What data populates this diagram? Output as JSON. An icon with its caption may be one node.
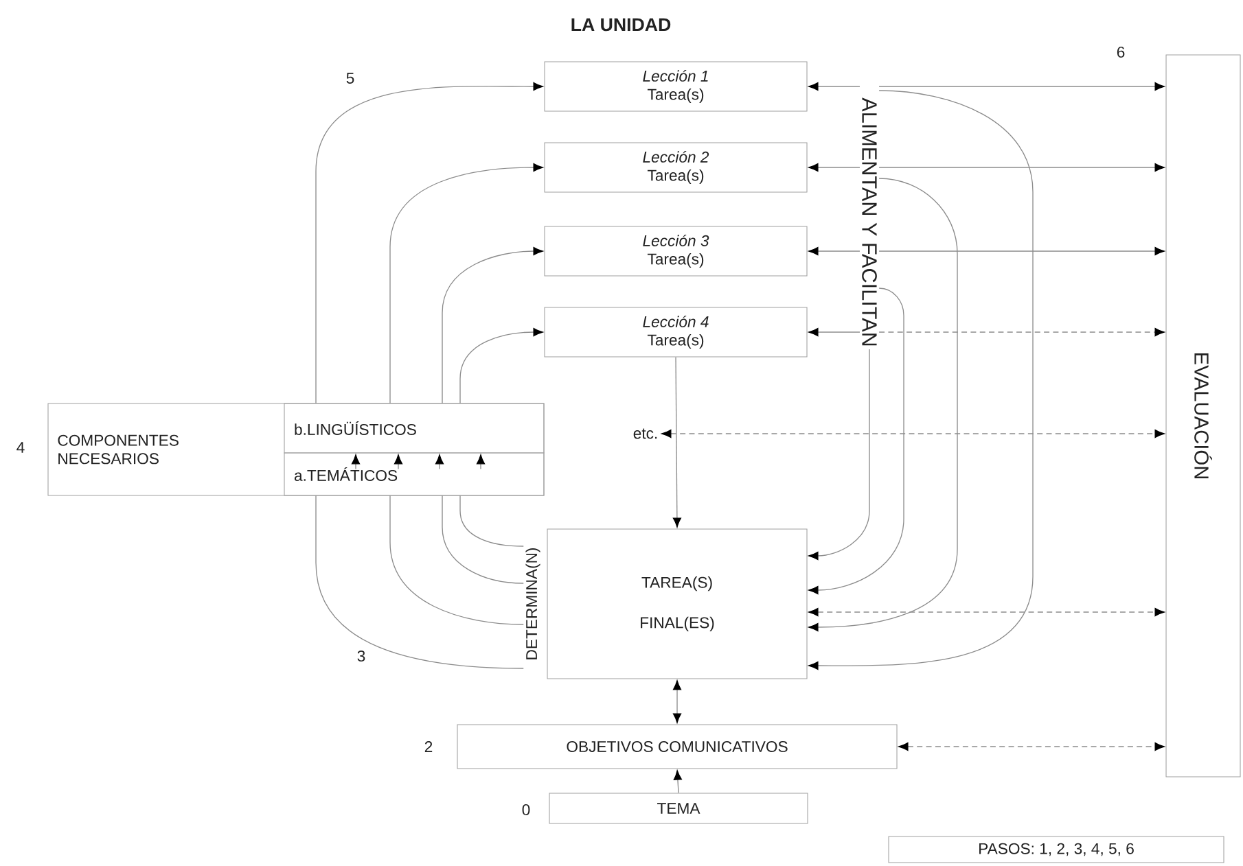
{
  "diagram": {
    "title": "LA UNIDAD",
    "nodes": [
      {
        "text": [
          "Lección 1",
          "Tarea(s)"
        ]
      },
      {
        "text": [
          "Lección 2",
          "Tarea(s)"
        ]
      },
      {
        "text": [
          "Lección 3",
          "Tarea(s)"
        ]
      },
      {
        "text": [
          "Lección 4",
          "Tarea(s)"
        ]
      },
      {
        "text": [
          "COMPONENTES NECESARIOS"
        ]
      },
      {
        "text": [
          "b.LINGÜÍSTICOS"
        ],
        "in": 4
      },
      {
        "text": [
          "a.TEMÁTICOS"
        ],
        "in": 4
      },
      {
        "text": [
          "TAREA(S)",
          "FINAL(ES)"
        ]
      },
      {
        "text": [
          "OBJETIVOS COMUNICATIVOS"
        ]
      },
      {
        "text": [
          "TEMA"
        ]
      },
      {
        "text": [
          "EVALUACIÓN"
        ]
      },
      {
        "text": [
          "ALIMENTAN Y FACILITAN"
        ]
      },
      {
        "text": [
          "DETERMINA(N)"
        ]
      },
      {
        "text": [
          "etc."
        ]
      },
      {
        "text": [
          "PASOS: 1, 2, 3, 4, 5, 6"
        ]
      }
    ],
    "edges": [
      {
        "from": 5,
        "to": 0,
        "arrow": "to"
      },
      {
        "from": 5,
        "to": 1,
        "arrow": "to"
      },
      {
        "from": 5,
        "to": 2,
        "arrow": "to"
      },
      {
        "from": 5,
        "to": 3,
        "arrow": "to"
      },
      {
        "from": 6,
        "to": 12,
        "arrow": "none"
      },
      {
        "from": 6,
        "to": 12,
        "arrow": "none"
      },
      {
        "from": 6,
        "to": 12,
        "arrow": "none"
      },
      {
        "from": 6,
        "to": 12,
        "arrow": "none"
      },
      {
        "from": 6,
        "to": 5,
        "arrow": "to"
      },
      {
        "from": 6,
        "to": 5,
        "arrow": "to"
      },
      {
        "from": 6,
        "to": 5,
        "arrow": "to"
      },
      {
        "from": 6,
        "to": 5,
        "arrow": "to"
      },
      {
        "from": 11,
        "to": 0,
        "arrow": "to"
      },
      {
        "from": 11,
        "to": 1,
        "arrow": "to"
      },
      {
        "from": 11,
        "to": 2,
        "arrow": "to"
      },
      {
        "from": 11,
        "to": 3,
        "arrow": "to"
      },
      {
        "from": 11,
        "to": 10,
        "arrow": "to"
      },
      {
        "from": 11,
        "to": 10,
        "arrow": "to"
      },
      {
        "from": 11,
        "to": 10,
        "arrow": "to"
      },
      {
        "from": 11,
        "to": 10,
        "arrow": "to",
        "style": "dashed"
      },
      {
        "from": 11,
        "to": 7,
        "arrow": "to"
      },
      {
        "from": 11,
        "to": 7,
        "arrow": "to"
      },
      {
        "from": 11,
        "to": 7,
        "arrow": "to"
      },
      {
        "from": 11,
        "to": 7,
        "arrow": "to"
      },
      {
        "from": 13,
        "to": 10,
        "arrow": "both",
        "style": "dashed"
      },
      {
        "from": 3,
        "to": 7,
        "arrow": "to"
      },
      {
        "from": 7,
        "to": 10,
        "arrow": "both",
        "style": "dashed"
      },
      {
        "from": 7,
        "to": 8,
        "arrow": "both"
      },
      {
        "from": 8,
        "to": 10,
        "arrow": "both",
        "style": "dashed"
      },
      {
        "from": 9,
        "to": 8,
        "arrow": "to"
      }
    ],
    "labels": [
      "5",
      "6",
      "4",
      "3",
      "2",
      "0"
    ]
  }
}
